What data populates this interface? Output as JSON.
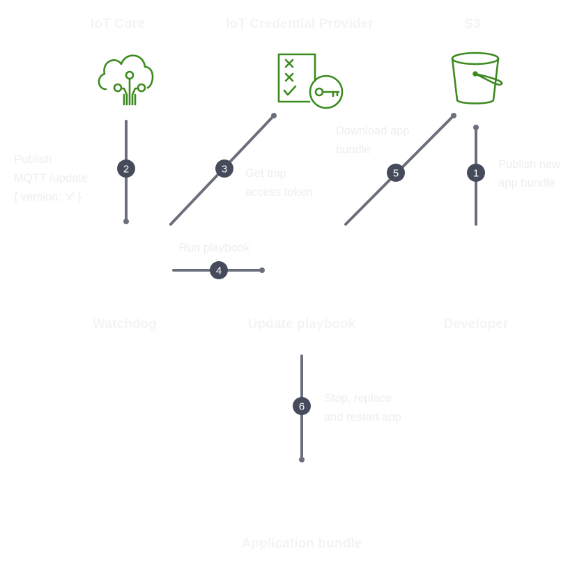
{
  "nodes": {
    "iot_core": {
      "title": "IoT Core",
      "icon": "iot-core-icon"
    },
    "credential_provider": {
      "title": "IoT Credential Provider",
      "icon": "credential-key-icon"
    },
    "s3": {
      "title": "S3",
      "icon": "s3-bucket-icon"
    },
    "watchdog": {
      "title": "Watchdog"
    },
    "update_playbook": {
      "title": "Update playbook"
    },
    "developer": {
      "title": "Developer"
    },
    "application_bundle": {
      "title": "Application bundle"
    }
  },
  "edges": [
    {
      "step": "1",
      "label": "Publish new\napp bundle"
    },
    {
      "step": "2",
      "label": "Publish\nMQTT /update\n{ version: 'x' }"
    },
    {
      "step": "3",
      "label": "Get tmp\naccess token"
    },
    {
      "step": "4",
      "label": "Run playbook"
    },
    {
      "step": "5",
      "label": "Download app\nbundle"
    },
    {
      "step": "6",
      "label": "Stop, replace\nand restart app"
    }
  ],
  "colors": {
    "icon_green": "#3c8a1f",
    "connector": "#6b6f7c",
    "badge": "#454b5a",
    "faint_text": "#eceef1"
  }
}
